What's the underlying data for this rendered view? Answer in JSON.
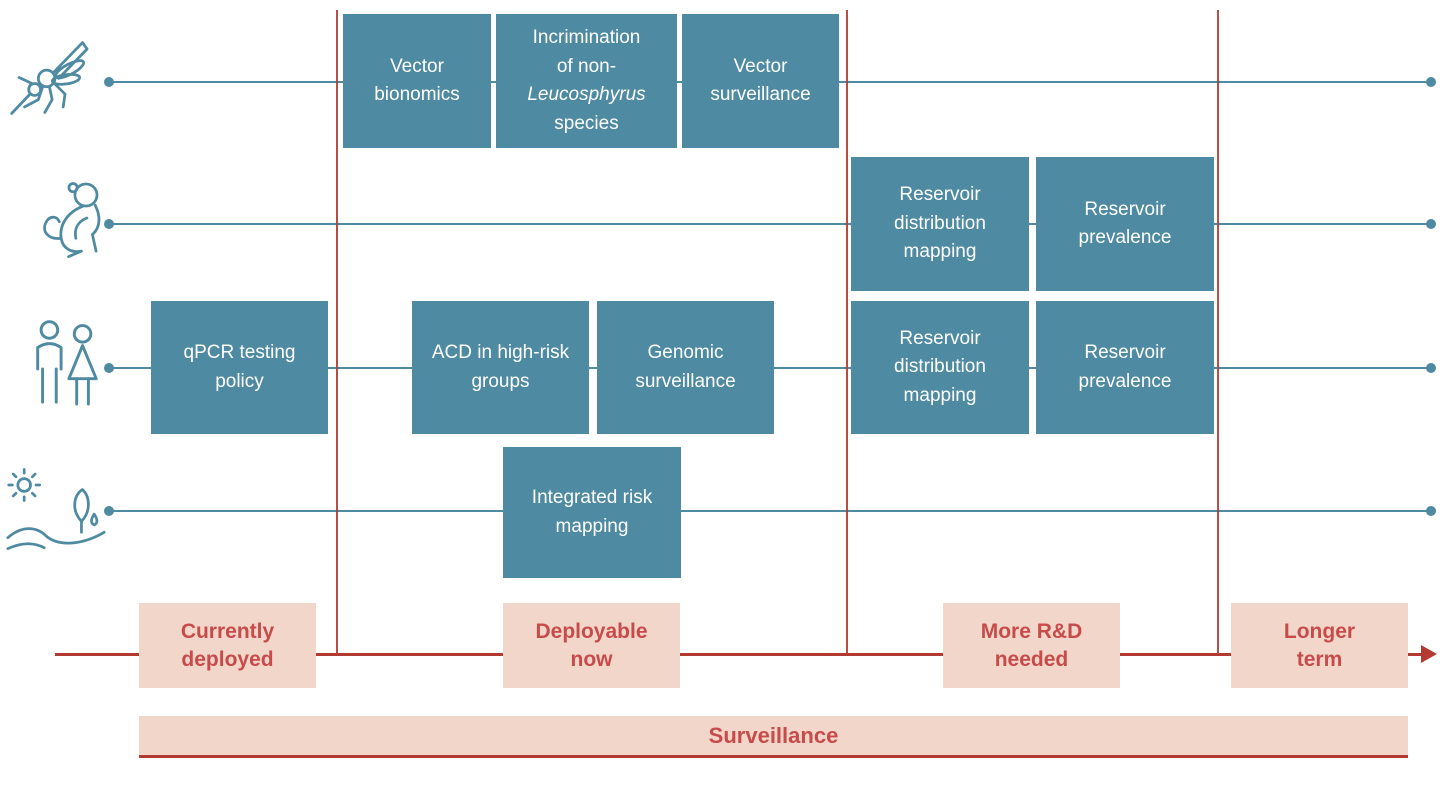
{
  "colors": {
    "teal": "#4e8aa1",
    "red_line": "#b23a30",
    "red_text": "#c84b4c",
    "pink": "#f2d6c9"
  },
  "rows": [
    {
      "icon": "mosquito-icon",
      "boxes": [
        {
          "label": "Vector bionomics"
        },
        {
          "lines": [
            "Incrimination",
            "of non-",
            "Leucosphyrus",
            "species"
          ],
          "italic_line": 2
        },
        {
          "label": "Vector surveillance"
        }
      ]
    },
    {
      "icon": "monkey-icon",
      "boxes": [
        {
          "label": "Reservoir distribution mapping"
        },
        {
          "label": "Reservoir prevalence"
        }
      ]
    },
    {
      "icon": "people-icon",
      "boxes": [
        {
          "label": "qPCR testing policy"
        },
        {
          "label": "ACD in high-risk groups"
        },
        {
          "label": "Genomic surveillance"
        },
        {
          "label": "Reservoir distribution mapping"
        },
        {
          "label": "Reservoir prevalence"
        }
      ]
    },
    {
      "icon": "environment-icon",
      "boxes": [
        {
          "label": "Integrated risk mapping"
        }
      ]
    }
  ],
  "timeline": {
    "stages": [
      {
        "line1": "Currently",
        "line2": "deployed"
      },
      {
        "line1": "Deployable",
        "line2": "now"
      },
      {
        "line1": "More R&D",
        "line2": "needed"
      },
      {
        "line1": "Longer",
        "line2": "term"
      }
    ]
  },
  "footer": {
    "label": "Surveillance"
  }
}
